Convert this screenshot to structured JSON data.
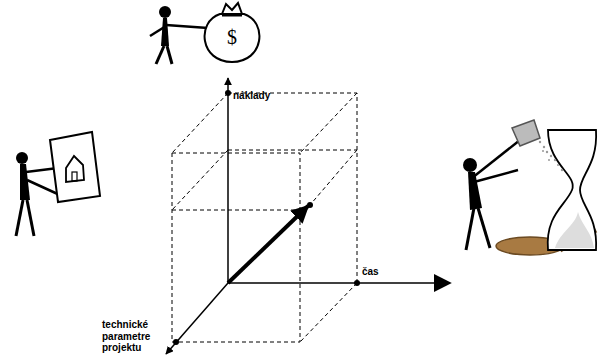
{
  "diagram": {
    "labels": [
      "náklady",
      "čas",
      "technické parametre projektu",
      "$"
    ]
  }
}
